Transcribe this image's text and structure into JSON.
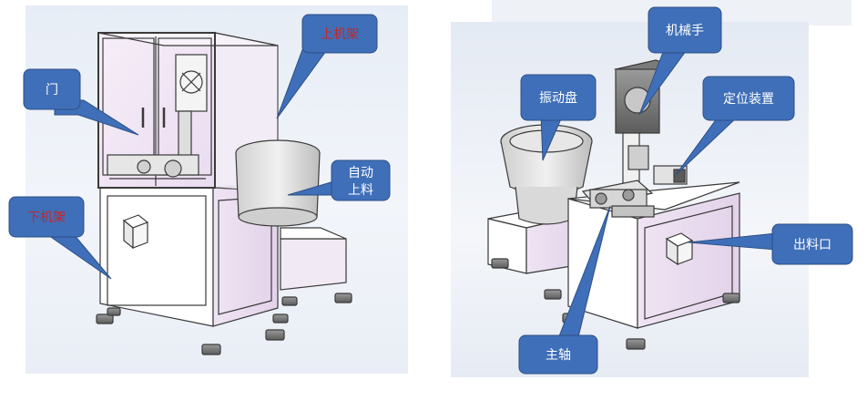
{
  "callouts": {
    "door": "门",
    "upper_frame": "上机架",
    "lower_frame": "下机架",
    "auto_feed_line1": "自动",
    "auto_feed_line2": "上料",
    "robot_arm": "机械手",
    "vibration_bowl": "振动盘",
    "positioning_device": "定位装置",
    "outlet": "出料口",
    "main_shaft": "主轴"
  },
  "colors": {
    "callout_fill": "#3f6fb8",
    "callout_stroke": "#2e4f86",
    "label_red": "#c0282d",
    "label_white": "#ffffff",
    "frame_pink": "#ece1f1",
    "machine_outline": "#3a3a3a"
  }
}
